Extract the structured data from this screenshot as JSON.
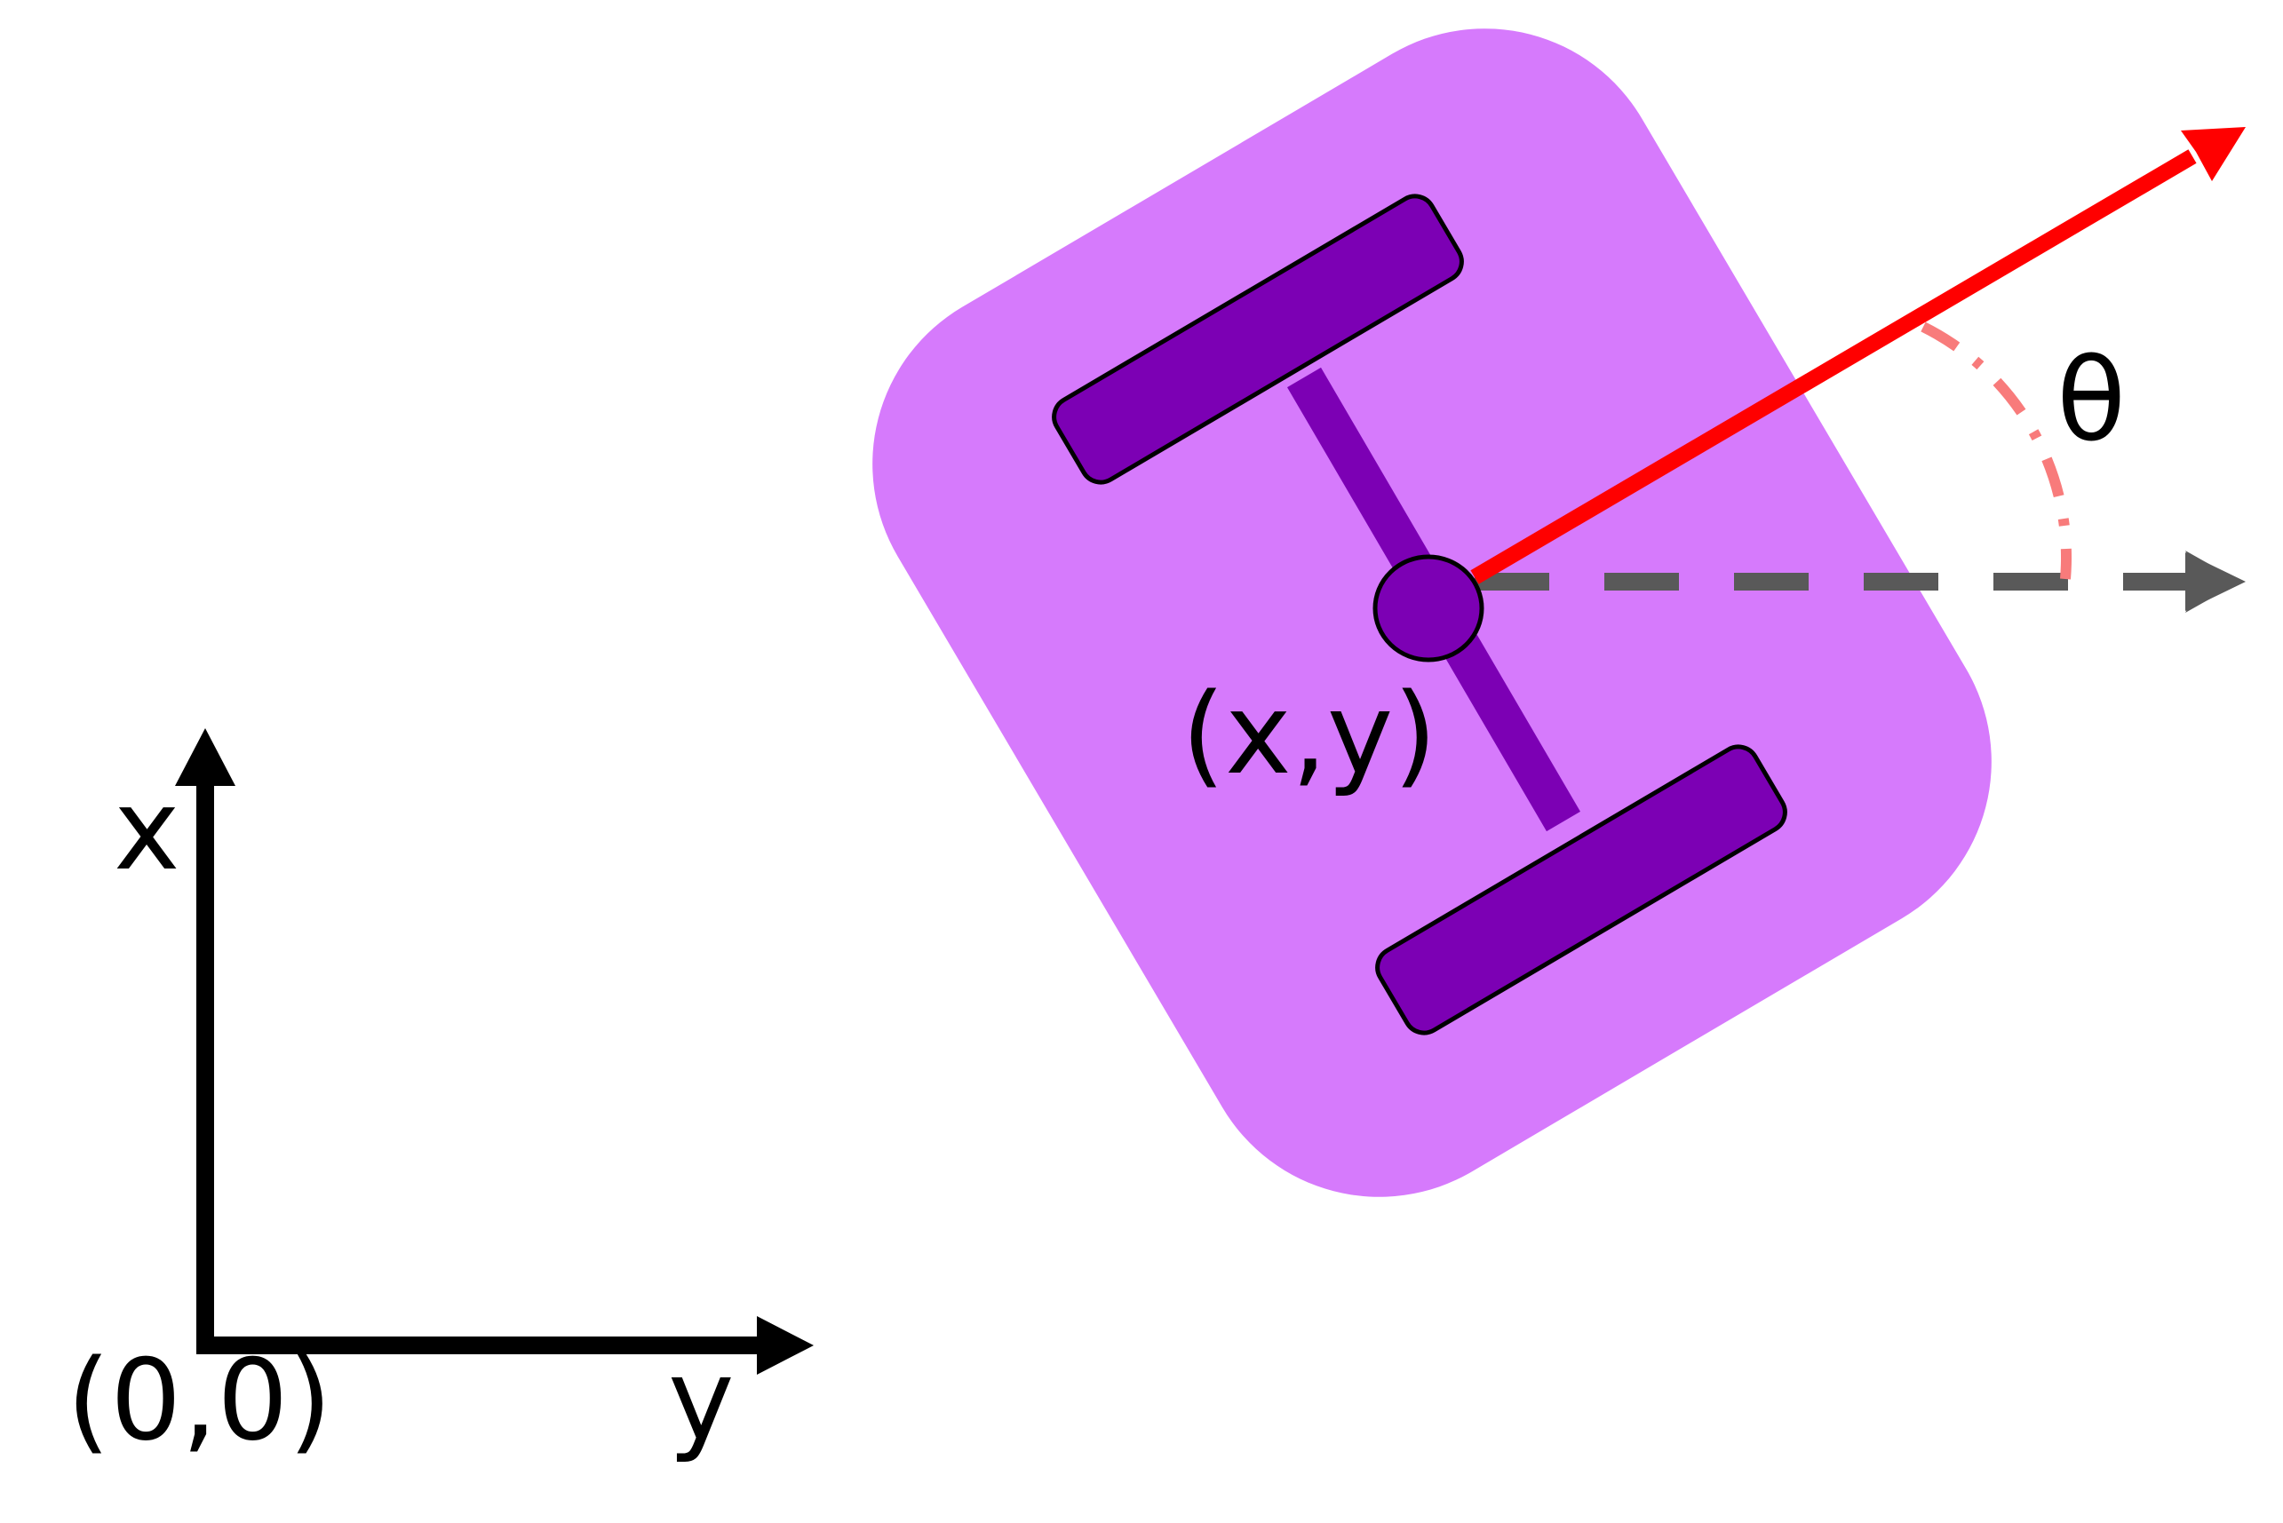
{
  "labels": {
    "x_axis": "x",
    "y_axis": "y",
    "origin": "(0,0)",
    "robot_position": "(x,y)",
    "heading_angle": "θ"
  },
  "colors": {
    "background": "#ffffff",
    "axes": "#000000",
    "robot_body": "#d67afc",
    "wheels": "#7c00b4",
    "axle": "#7c00b4",
    "center_point": "#7c00b4",
    "heading_arrow": "#ff0000",
    "reference_line": "#595959",
    "angle_arc": "#f87b7b"
  },
  "icons": {
    "x_axis_arrow": "arrow-up-icon",
    "y_axis_arrow": "arrow-right-icon",
    "heading_arrow": "arrow-up-right-icon",
    "reference_arrow": "arrow-right-icon"
  }
}
